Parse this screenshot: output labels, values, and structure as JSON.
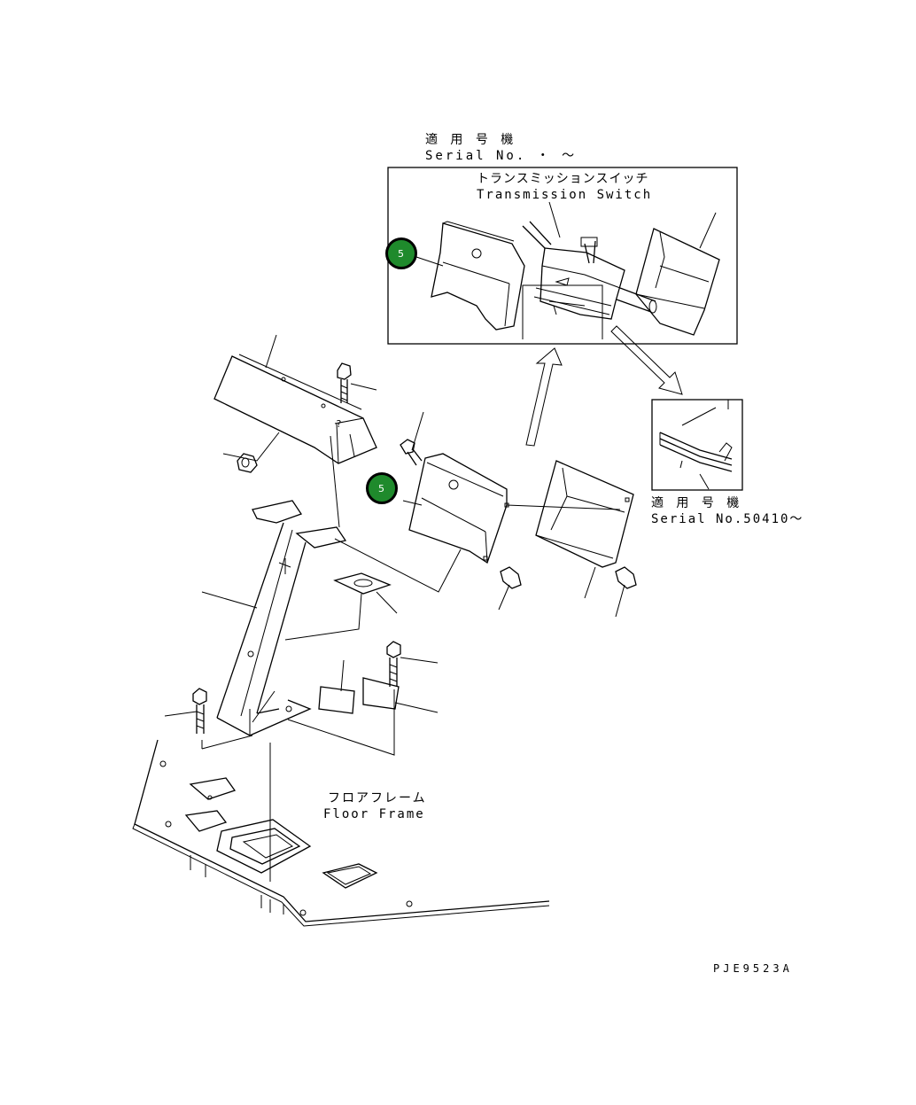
{
  "labels": {
    "top_serial_jp": "適 用 号 機",
    "top_serial_en": "Serial No.  ・  〜",
    "switch_jp": "トランスミッションスイッチ",
    "switch_en": "Transmission Switch",
    "right_serial_jp": "適 用 号 機",
    "right_serial_en": "Serial No.50410〜",
    "floor_jp": "フロアフレーム",
    "floor_en": "Floor Frame",
    "drawing_code": "PJE9523A",
    "detail_mark": "?"
  },
  "callouts": [
    {
      "id": "callout-top",
      "text": "5"
    },
    {
      "id": "callout-main",
      "text": "5"
    }
  ],
  "colors": {
    "callout_fill": "#1f8a2c",
    "line": "#000000",
    "background": "#ffffff"
  }
}
